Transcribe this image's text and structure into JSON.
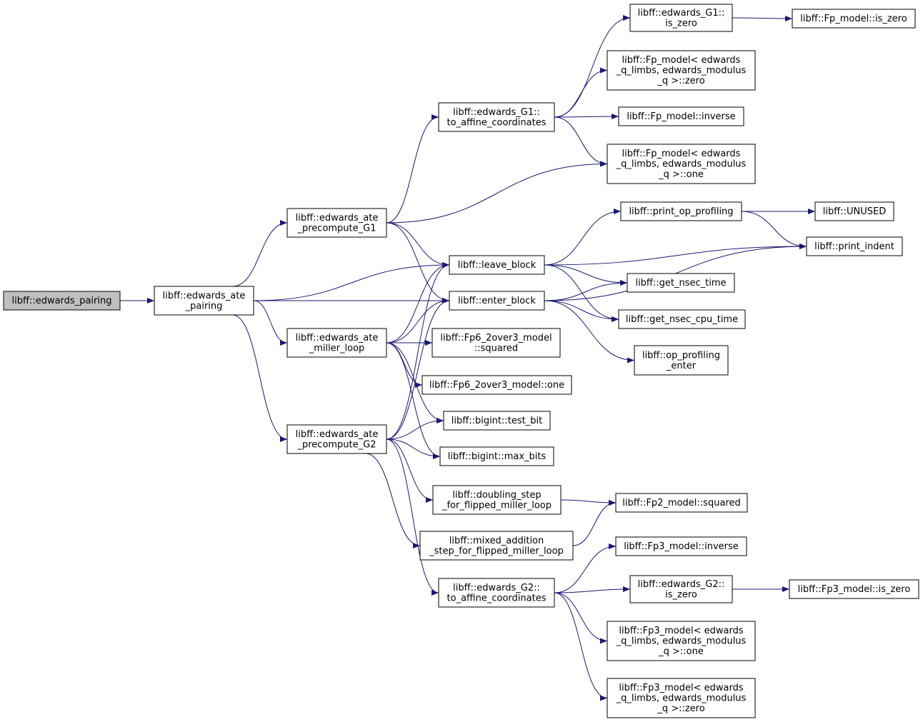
{
  "colors": {
    "edge": "#191970",
    "node_border": "#000000",
    "root_fill": "#bfbfbf",
    "node_fill": "#ffffff"
  },
  "nodes": {
    "edwards_pairing": {
      "lines": [
        "libff::edwards_pairing"
      ],
      "root": true
    },
    "edwards_ate_pairing": {
      "lines": [
        "libff::edwards_ate",
        "_pairing"
      ]
    },
    "ate_precompute_G1": {
      "lines": [
        "libff::edwards_ate",
        "_precompute_G1"
      ]
    },
    "ate_miller_loop": {
      "lines": [
        "libff::edwards_ate",
        "_miller_loop"
      ]
    },
    "ate_precompute_G2": {
      "lines": [
        "libff::edwards_ate",
        "_precompute_G2"
      ]
    },
    "G1_to_affine": {
      "lines": [
        "libff::edwards_G1::",
        "to_affine_coordinates"
      ]
    },
    "G1_is_zero": {
      "lines": [
        "libff::edwards_G1::",
        "is_zero"
      ]
    },
    "Fp_model_is_zero": {
      "lines": [
        "libff::Fp_model::is_zero"
      ]
    },
    "Fp_model_zero": {
      "lines": [
        "libff::Fp_model< edwards",
        "_q_limbs, edwards_modulus",
        "_q >::zero"
      ]
    },
    "Fp_model_inverse": {
      "lines": [
        "libff::Fp_model::inverse"
      ]
    },
    "Fp_model_one": {
      "lines": [
        "libff::Fp_model< edwards",
        "_q_limbs, edwards_modulus",
        "_q >::one"
      ]
    },
    "print_op_profiling": {
      "lines": [
        "libff::print_op_profiling"
      ]
    },
    "UNUSED": {
      "lines": [
        "libff::UNUSED"
      ]
    },
    "print_indent": {
      "lines": [
        "libff::print_indent"
      ]
    },
    "leave_block": {
      "lines": [
        "libff::leave_block"
      ]
    },
    "enter_block": {
      "lines": [
        "libff::enter_block"
      ]
    },
    "get_nsec_time": {
      "lines": [
        "libff::get_nsec_time"
      ]
    },
    "get_nsec_cpu_time": {
      "lines": [
        "libff::get_nsec_cpu_time"
      ]
    },
    "op_profiling_enter": {
      "lines": [
        "libff::op_profiling",
        "_enter"
      ]
    },
    "Fp6_squared": {
      "lines": [
        "libff::Fp6_2over3_model",
        "::squared"
      ]
    },
    "Fp6_one": {
      "lines": [
        "libff::Fp6_2over3_model::one"
      ]
    },
    "bigint_test_bit": {
      "lines": [
        "libff::bigint::test_bit"
      ]
    },
    "bigint_max_bits": {
      "lines": [
        "libff::bigint::max_bits"
      ]
    },
    "doubling_step": {
      "lines": [
        "libff::doubling_step",
        "_for_flipped_miller_loop"
      ]
    },
    "Fp2_squared": {
      "lines": [
        "libff::Fp2_model::squared"
      ]
    },
    "mixed_addition": {
      "lines": [
        "libff::mixed_addition",
        "_step_for_flipped_miller_loop"
      ]
    },
    "Fp3_inverse": {
      "lines": [
        "libff::Fp3_model::inverse"
      ]
    },
    "G2_to_affine": {
      "lines": [
        "libff::edwards_G2::",
        "to_affine_coordinates"
      ]
    },
    "G2_is_zero": {
      "lines": [
        "libff::edwards_G2::",
        "is_zero"
      ]
    },
    "Fp3_model_is_zero": {
      "lines": [
        "libff::Fp3_model::is_zero"
      ]
    },
    "Fp3_model_one": {
      "lines": [
        "libff::Fp3_model< edwards",
        "_q_limbs, edwards_modulus",
        "_q >::one"
      ]
    },
    "Fp3_model_zero": {
      "lines": [
        "libff::Fp3_model< edwards",
        "_q_limbs, edwards_modulus",
        "_q >::zero"
      ]
    }
  },
  "edges": [
    [
      "edwards_pairing",
      "edwards_ate_pairing"
    ],
    [
      "edwards_ate_pairing",
      "ate_precompute_G1"
    ],
    [
      "edwards_ate_pairing",
      "leave_block"
    ],
    [
      "edwards_ate_pairing",
      "enter_block"
    ],
    [
      "edwards_ate_pairing",
      "ate_miller_loop"
    ],
    [
      "edwards_ate_pairing",
      "ate_precompute_G2"
    ],
    [
      "ate_precompute_G1",
      "G1_to_affine"
    ],
    [
      "ate_precompute_G1",
      "Fp_model_one"
    ],
    [
      "ate_precompute_G1",
      "leave_block"
    ],
    [
      "ate_precompute_G1",
      "enter_block"
    ],
    [
      "G1_to_affine",
      "G1_is_zero"
    ],
    [
      "G1_to_affine",
      "Fp_model_zero"
    ],
    [
      "G1_to_affine",
      "Fp_model_inverse"
    ],
    [
      "G1_to_affine",
      "Fp_model_one"
    ],
    [
      "G1_is_zero",
      "Fp_model_is_zero"
    ],
    [
      "leave_block",
      "print_op_profiling"
    ],
    [
      "leave_block",
      "print_indent"
    ],
    [
      "leave_block",
      "get_nsec_time"
    ],
    [
      "leave_block",
      "get_nsec_cpu_time"
    ],
    [
      "print_op_profiling",
      "UNUSED"
    ],
    [
      "print_op_profiling",
      "print_indent"
    ],
    [
      "enter_block",
      "get_nsec_time"
    ],
    [
      "enter_block",
      "get_nsec_cpu_time"
    ],
    [
      "enter_block",
      "op_profiling_enter"
    ],
    [
      "enter_block",
      "print_indent"
    ],
    [
      "ate_miller_loop",
      "leave_block"
    ],
    [
      "ate_miller_loop",
      "enter_block"
    ],
    [
      "ate_miller_loop",
      "Fp6_squared"
    ],
    [
      "ate_miller_loop",
      "Fp6_one"
    ],
    [
      "ate_miller_loop",
      "bigint_test_bit"
    ],
    [
      "ate_miller_loop",
      "bigint_max_bits"
    ],
    [
      "ate_precompute_G2",
      "leave_block"
    ],
    [
      "ate_precompute_G2",
      "enter_block"
    ],
    [
      "ate_precompute_G2",
      "bigint_test_bit"
    ],
    [
      "ate_precompute_G2",
      "bigint_max_bits"
    ],
    [
      "ate_precompute_G2",
      "doubling_step"
    ],
    [
      "ate_precompute_G2",
      "mixed_addition"
    ],
    [
      "ate_precompute_G2",
      "G2_to_affine"
    ],
    [
      "doubling_step",
      "Fp2_squared"
    ],
    [
      "mixed_addition",
      "Fp2_squared"
    ],
    [
      "G2_to_affine",
      "Fp3_inverse"
    ],
    [
      "G2_to_affine",
      "G2_is_zero"
    ],
    [
      "G2_to_affine",
      "Fp3_model_one"
    ],
    [
      "G2_to_affine",
      "Fp3_model_zero"
    ],
    [
      "G2_is_zero",
      "Fp3_model_is_zero"
    ]
  ]
}
